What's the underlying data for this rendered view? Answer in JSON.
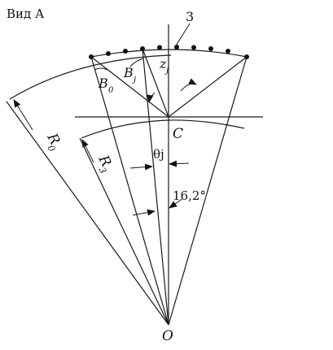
{
  "diagram": {
    "view_title": "Вид А",
    "labels": {
      "callout_3": "3",
      "z_j": "z",
      "z_j_sub": "j",
      "B_j": "B",
      "B_j_sub": "j",
      "B_0": "B",
      "B_0_sub": "0",
      "C": "C",
      "theta_j": "θj",
      "angle_16_2": "16,2°",
      "R_0": "R",
      "R_0_sub": "0",
      "R_3": "R",
      "R_3_sub": "3",
      "O": "O"
    },
    "colors": {
      "ink": "#111111",
      "background": "#ffffff"
    }
  }
}
